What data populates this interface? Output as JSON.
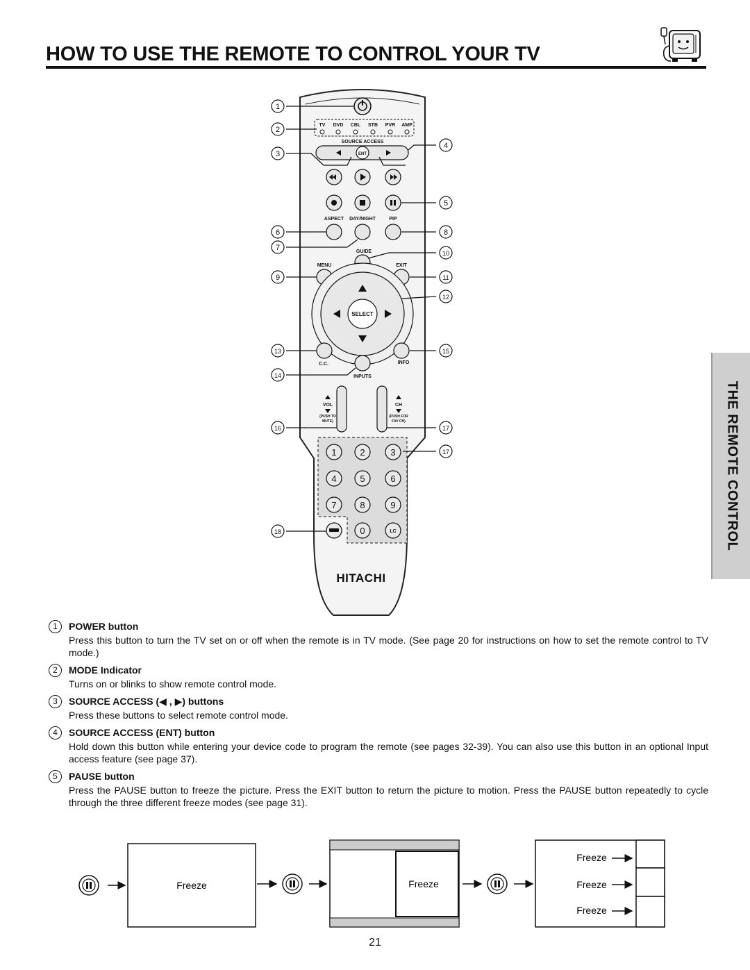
{
  "page": {
    "title": "HOW TO USE THE REMOTE TO CONTROL YOUR TV",
    "side_tab": "THE REMOTE CONTROL",
    "page_number": "21"
  },
  "remote": {
    "mode_labels": [
      "TV",
      "DVD",
      "CBL",
      "STB",
      "PVR",
      "AMP"
    ],
    "source_access_label": "SOURCE ACCESS",
    "ent_label": "ENT",
    "aspect_label": "ASPECT",
    "day_night_label": "DAY/NIGHT",
    "pip_label": "PIP",
    "guide_label": "GUIDE",
    "menu_label": "MENU",
    "exit_label": "EXIT",
    "select_label": "SELECT",
    "cc_label": "C.C.",
    "info_label": "INFO",
    "inputs_label": "INPUTS",
    "vol_label": "VOL",
    "ch_label": "CH",
    "push_to_mute_1": "(PUSH TO",
    "push_to_mute_2": "MUTE)",
    "push_for_fav_1": "(PUSH FOR",
    "push_for_fav_2": "FAV CH)",
    "digits": [
      "1",
      "2",
      "3",
      "4",
      "5",
      "6",
      "7",
      "8",
      "9",
      "0"
    ],
    "lc_label": "LC",
    "brand": "HITACHI",
    "callouts_left": [
      "1",
      "2",
      "3",
      "6",
      "7",
      "9",
      "13",
      "14",
      "16",
      "18"
    ],
    "callouts_right": [
      "4",
      "5",
      "8",
      "10",
      "11",
      "12",
      "15",
      "17",
      "17"
    ]
  },
  "sections": [
    {
      "number": "1",
      "heading": "POWER button",
      "text": "Press this button to turn the TV set on or off when the remote is in TV mode.  (See page 20 for instructions on how to set the remote control to TV mode.)"
    },
    {
      "number": "2",
      "heading": "MODE Indicator",
      "text": "Turns on or blinks to show remote control mode."
    },
    {
      "number": "3",
      "heading": "SOURCE ACCESS (◀ , ▶) buttons",
      "text": "Press these buttons to select remote control mode."
    },
    {
      "number": "4",
      "heading": "SOURCE ACCESS (ENT) button",
      "text": "Hold down this button while entering your device code to program the remote (see pages 32-39).  You can also use this button in an optional Input access feature (see page 37)."
    },
    {
      "number": "5",
      "heading": "PAUSE button",
      "text": "Press the PAUSE button to freeze the picture.  Press the EXIT button to return the picture to motion.  Press the PAUSE button repeatedly to cycle through the three different freeze modes (see page 31)."
    }
  ],
  "freeze_diagram": {
    "label": "Freeze",
    "pause_icon": "pause-icon",
    "arrow_icon": "right-arrow-icon"
  },
  "colors": {
    "text": "#111111",
    "tab_background": "#cfcfcf",
    "remote_body": "#f4f4f4",
    "button_fill": "#e6e6e6",
    "keypad_fill": "#dcdcdc"
  }
}
